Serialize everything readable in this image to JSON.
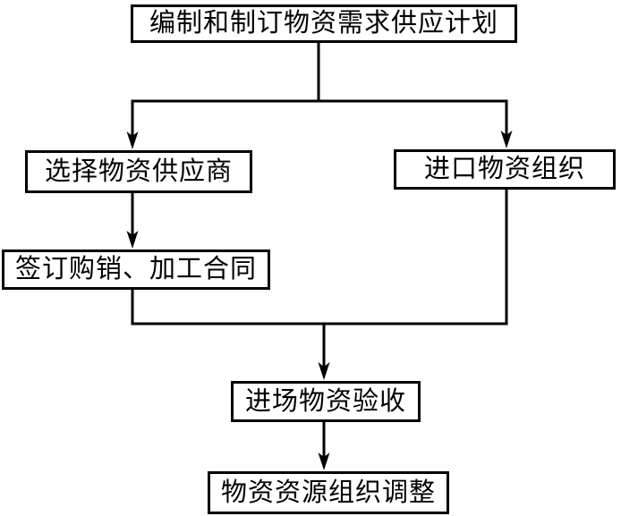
{
  "diagram": {
    "type": "flowchart",
    "background_color": "#ffffff",
    "line_color": "#000000",
    "box_border_color": "#000000",
    "nodes": [
      {
        "id": "plan",
        "label": "编制和制订物资需求供应计划"
      },
      {
        "id": "select-supplier",
        "label": "选择物资供应商"
      },
      {
        "id": "import-organization",
        "label": "进口物资组织"
      },
      {
        "id": "sign-contract",
        "label": "签订购销、加工合同"
      },
      {
        "id": "site-acceptance",
        "label": "进场物资验收"
      },
      {
        "id": "resource-adjustment",
        "label": "物资资源组织调整"
      }
    ],
    "edges": [
      {
        "from": "plan",
        "to": "select-supplier"
      },
      {
        "from": "plan",
        "to": "import-organization"
      },
      {
        "from": "select-supplier",
        "to": "sign-contract"
      },
      {
        "from": "sign-contract",
        "to": "site-acceptance"
      },
      {
        "from": "import-organization",
        "to": "site-acceptance"
      },
      {
        "from": "site-acceptance",
        "to": "resource-adjustment"
      }
    ]
  }
}
